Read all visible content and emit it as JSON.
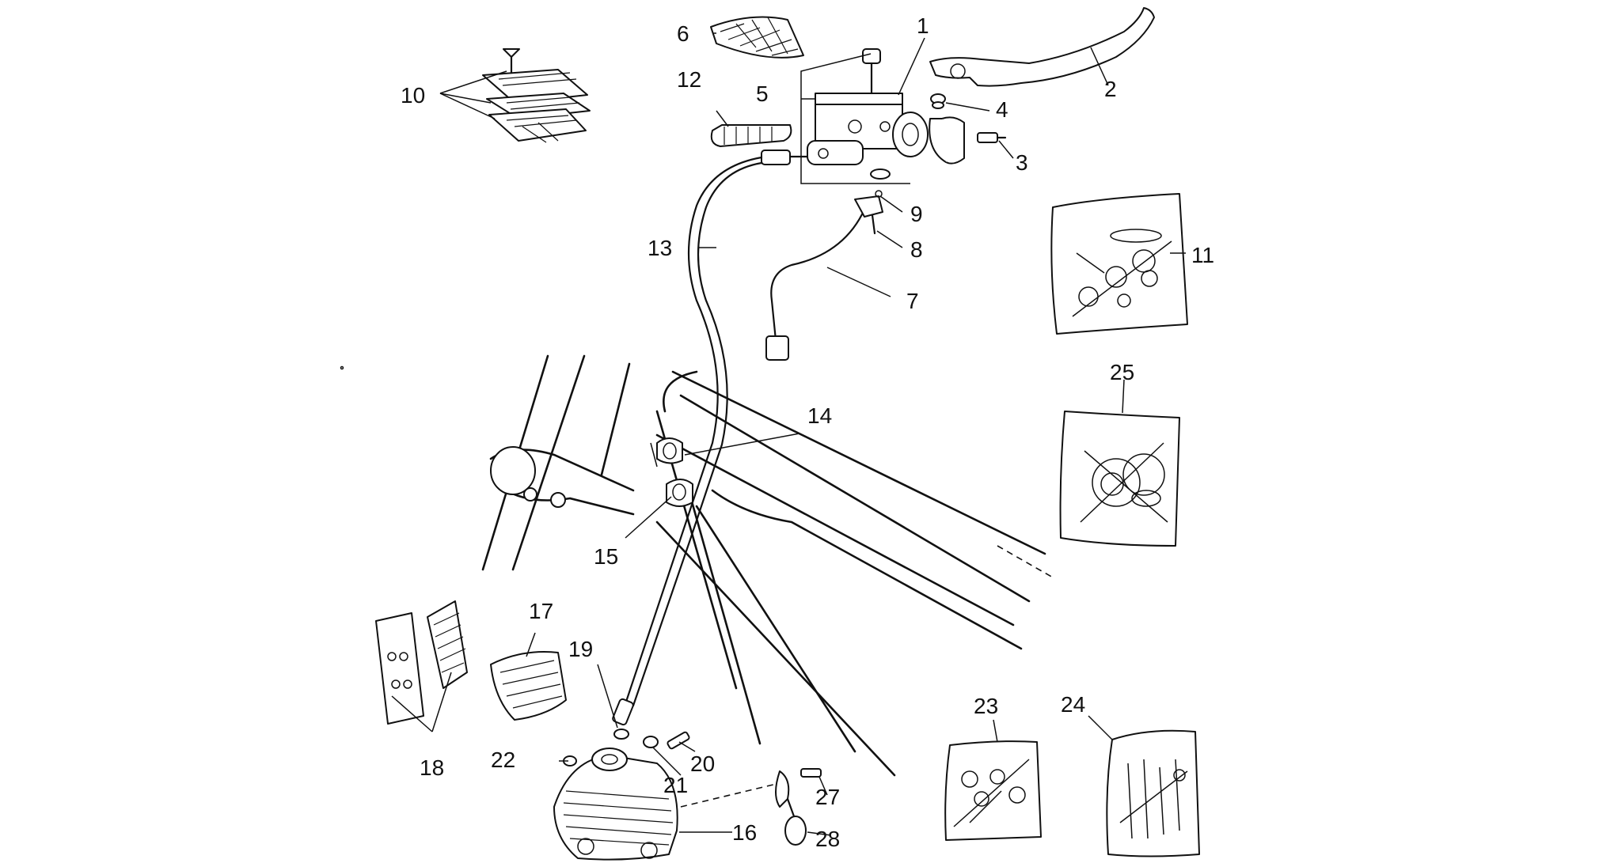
{
  "diagram": {
    "callouts": [
      {
        "id": "1",
        "text": "1"
      },
      {
        "id": "2",
        "text": "2"
      },
      {
        "id": "3",
        "text": "3"
      },
      {
        "id": "4",
        "text": "4"
      },
      {
        "id": "5",
        "text": "5"
      },
      {
        "id": "6",
        "text": "6"
      },
      {
        "id": "7",
        "text": "7"
      },
      {
        "id": "8",
        "text": "8"
      },
      {
        "id": "9",
        "text": "9"
      },
      {
        "id": "10",
        "text": "10"
      },
      {
        "id": "11",
        "text": "11"
      },
      {
        "id": "12",
        "text": "12"
      },
      {
        "id": "13",
        "text": "13"
      },
      {
        "id": "14",
        "text": "14"
      },
      {
        "id": "15",
        "text": "15"
      },
      {
        "id": "16",
        "text": "16"
      },
      {
        "id": "17",
        "text": "17"
      },
      {
        "id": "18",
        "text": "18"
      },
      {
        "id": "19",
        "text": "19"
      },
      {
        "id": "20",
        "text": "20"
      },
      {
        "id": "21",
        "text": "21"
      },
      {
        "id": "22",
        "text": "22"
      },
      {
        "id": "23",
        "text": "23"
      },
      {
        "id": "24",
        "text": "24"
      },
      {
        "id": "25",
        "text": "25"
      },
      {
        "id": "27",
        "text": "27"
      },
      {
        "id": "28",
        "text": "28"
      }
    ]
  }
}
